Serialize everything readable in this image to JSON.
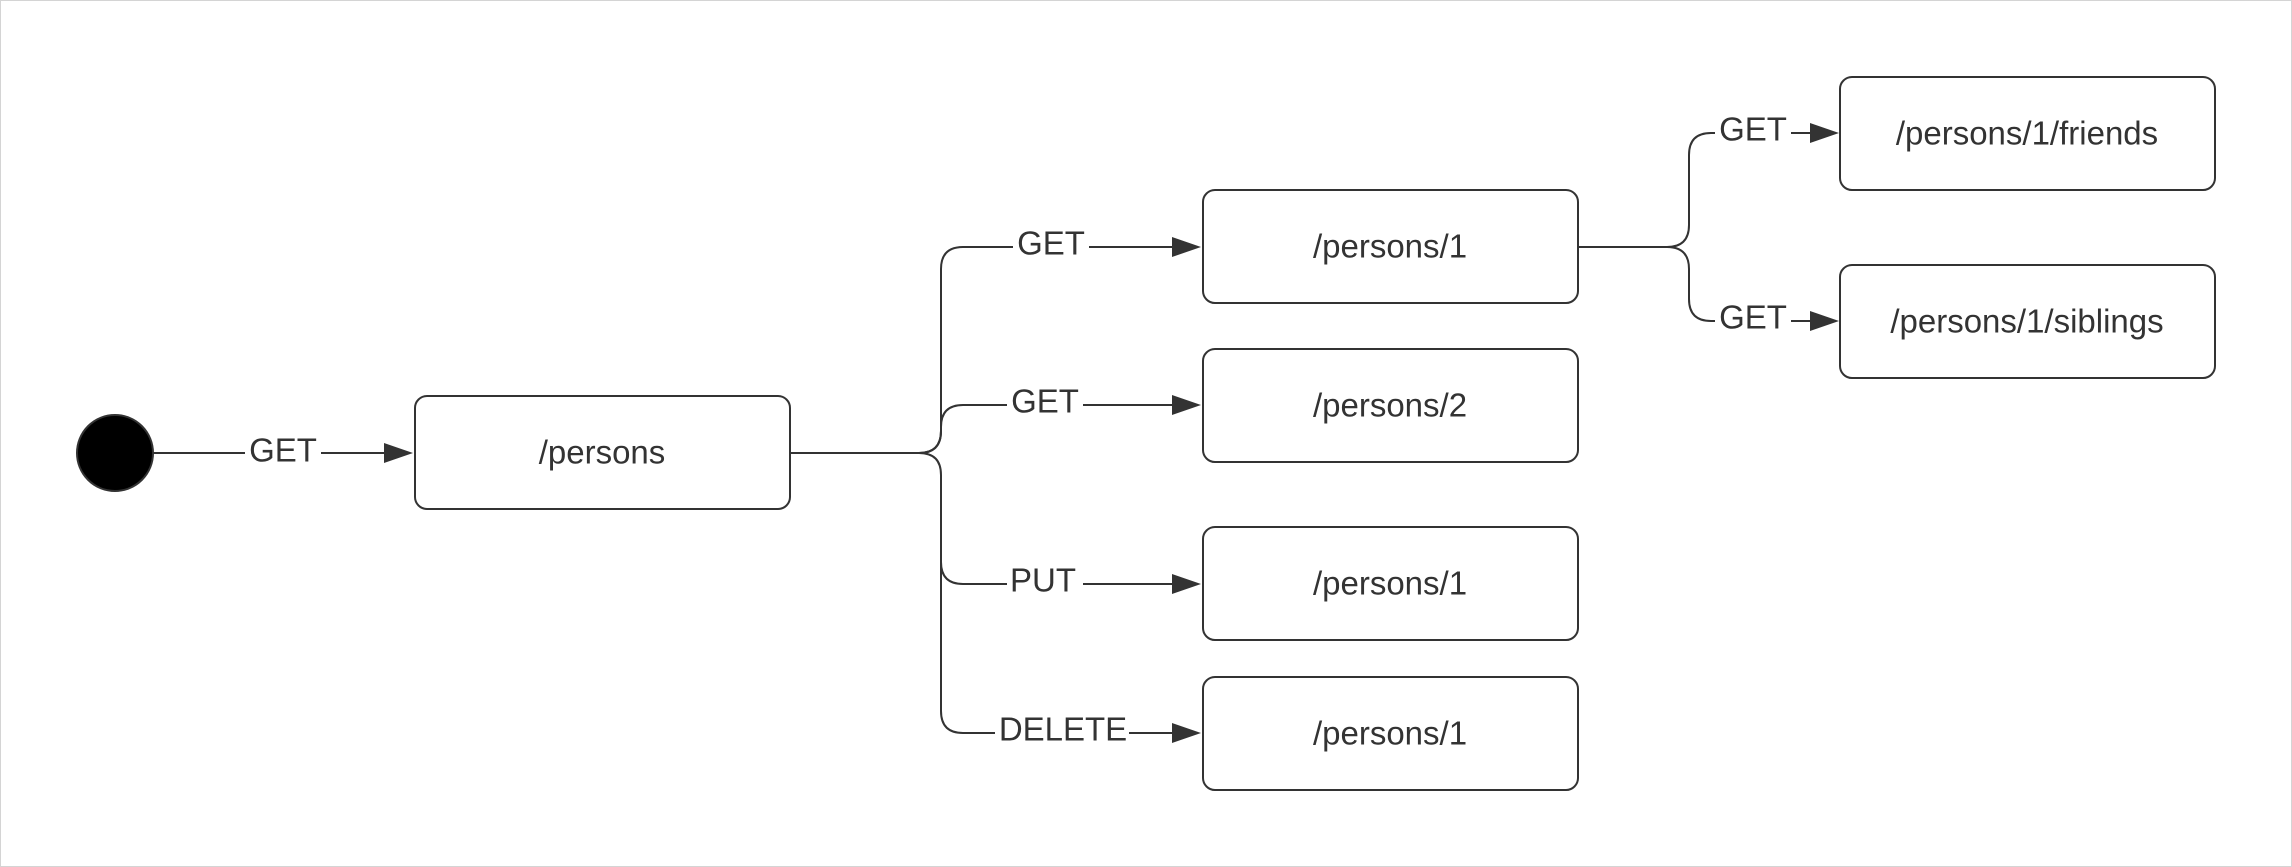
{
  "colors": {
    "line": "#333333",
    "start": "#000000",
    "background": "#ffffff",
    "border": "#d4d4d4"
  },
  "start_node": {
    "type": "initial-state"
  },
  "nodes": [
    {
      "id": "persons",
      "label": "/persons"
    },
    {
      "id": "persons-1-get",
      "label": "/persons/1"
    },
    {
      "id": "persons-2",
      "label": "/persons/2"
    },
    {
      "id": "persons-1-put",
      "label": "/persons/1"
    },
    {
      "id": "persons-1-delete",
      "label": "/persons/1"
    },
    {
      "id": "persons-1-friends",
      "label": "/persons/1/friends"
    },
    {
      "id": "persons-1-siblings",
      "label": "/persons/1/siblings"
    }
  ],
  "edges": [
    {
      "from": "start",
      "to": "persons",
      "label": "GET"
    },
    {
      "from": "persons",
      "to": "persons-1-get",
      "label": "GET"
    },
    {
      "from": "persons",
      "to": "persons-2",
      "label": "GET"
    },
    {
      "from": "persons",
      "to": "persons-1-put",
      "label": "PUT"
    },
    {
      "from": "persons",
      "to": "persons-1-delete",
      "label": "DELETE"
    },
    {
      "from": "persons-1-get",
      "to": "persons-1-friends",
      "label": "GET"
    },
    {
      "from": "persons-1-get",
      "to": "persons-1-siblings",
      "label": "GET"
    }
  ]
}
